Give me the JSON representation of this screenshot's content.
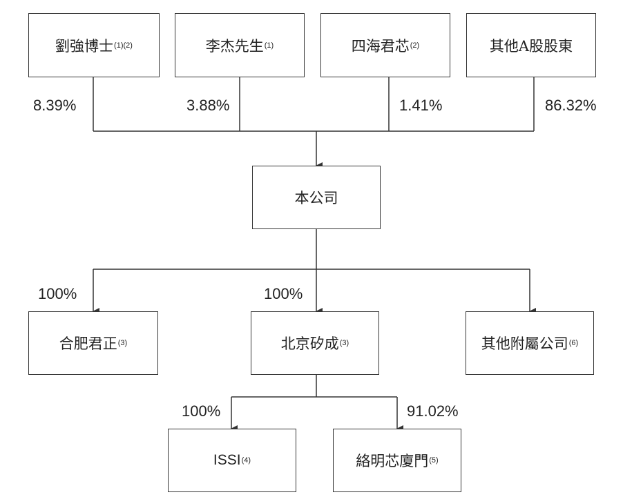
{
  "shareholders": [
    {
      "name": "劉強博士",
      "note": "(1)(2)",
      "percent": "8.39%"
    },
    {
      "name": "李杰先生",
      "note": "(1)",
      "percent": "3.88%"
    },
    {
      "name": "四海君芯",
      "note": "(2)",
      "percent": "1.41%"
    },
    {
      "name": "其他A股股東",
      "note": "",
      "percent": "86.32%"
    }
  ],
  "company": {
    "name": "本公司"
  },
  "subsidiaries": [
    {
      "name": "合肥君正",
      "note": "(3)",
      "percent": "100%"
    },
    {
      "name": "北京矽成",
      "note": "(3)",
      "percent": "100%"
    },
    {
      "name": "其他附屬公司",
      "note": "(6)",
      "percent": ""
    }
  ],
  "sub_subsidiaries": [
    {
      "name": "ISSI",
      "note": "(4)",
      "percent": "100%"
    },
    {
      "name": "絡明芯廈門",
      "note": "(5)",
      "percent": "91.02%"
    }
  ]
}
